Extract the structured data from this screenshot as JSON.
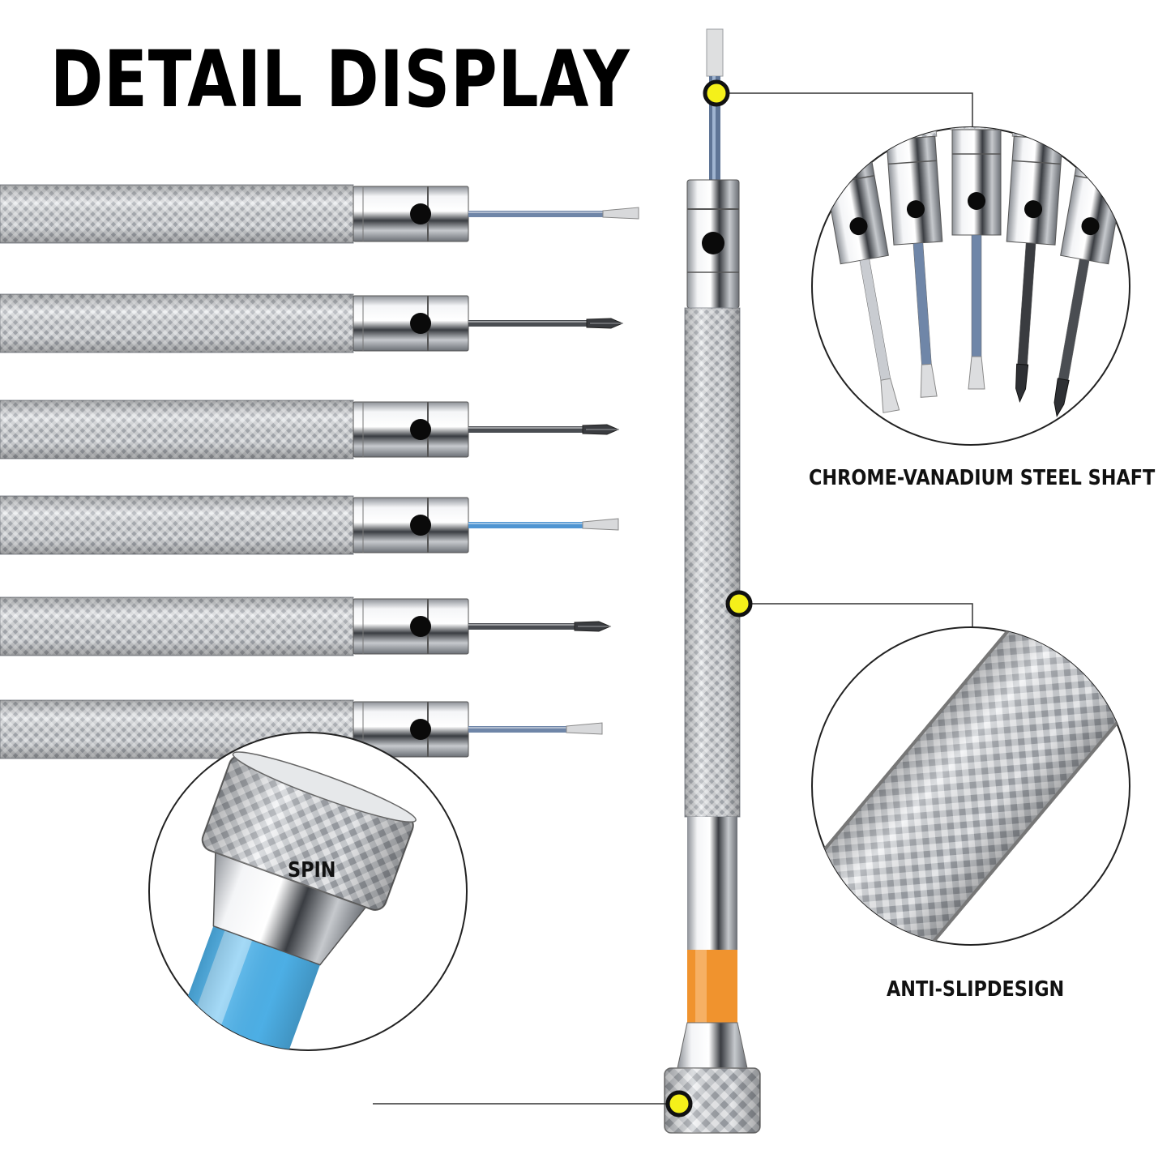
{
  "header": {
    "title": "DETAIL DISPLAY"
  },
  "callouts": {
    "shaft": {
      "label": "CHROME-VANADIUM STEEL SHAFT"
    },
    "grip": {
      "label": "ANTI-SLIPDESIGN"
    },
    "cap": {
      "label": "SPIN"
    }
  },
  "screwdrivers": [
    {
      "tip": "flat",
      "shaft_color": "#6f86a8"
    },
    {
      "tip": "phillips",
      "shaft_color": "#4a4d52"
    },
    {
      "tip": "phillips",
      "shaft_color": "#4a4d52"
    },
    {
      "tip": "flat",
      "shaft_color": "#4f95d2"
    },
    {
      "tip": "phillips",
      "shaft_color": "#4a4d52"
    },
    {
      "tip": "flat",
      "shaft_color": "#6f86a8"
    }
  ],
  "colors": {
    "marker": "#f5f01a",
    "orange_band": "#f0932e",
    "blue_band": "#4fb4ec",
    "steel": "#c9ccd1"
  }
}
